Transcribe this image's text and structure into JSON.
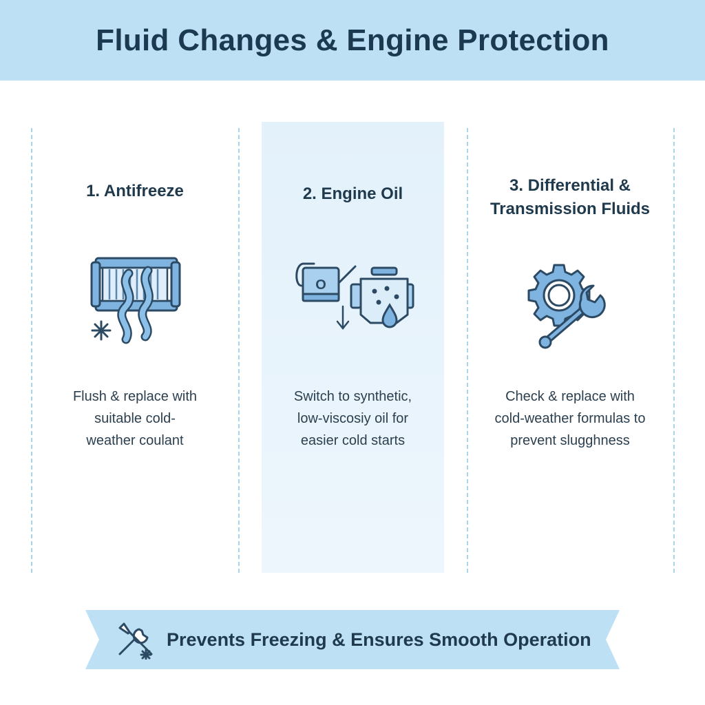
{
  "header": {
    "title": "Fluid Changes & Engine Protection"
  },
  "columns": [
    {
      "title_lines": [
        "1. Antifreeze"
      ],
      "icon": "radiator-coolant-icon",
      "desc_lines": [
        "Flush & replace with",
        "suitable cold-",
        "weather coulant"
      ]
    },
    {
      "title_lines": [
        "2. Engine Oil"
      ],
      "icon": "oil-can-engine-icon",
      "oil_can_label": "O",
      "desc_lines": [
        "Switch to synthetic,",
        "low-viscosiy oil for",
        "easier cold starts"
      ]
    },
    {
      "title_lines": [
        "3. Differential &",
        "Transmission Fluids"
      ],
      "icon": "gear-wrench-icon",
      "desc_lines": [
        "Check & replace with",
        "cold-weather formulas to",
        "prevent slugghness"
      ]
    }
  ],
  "banner": {
    "text": "Prevents Freezing & Ensures Smooth Operation",
    "icon": "tools-snowflake-icon"
  },
  "colors": {
    "header_bg": "#bde0f5",
    "accent": "#7fb3e0",
    "icon_stroke": "#2c4a63",
    "highlight": "#e3f1fb"
  }
}
